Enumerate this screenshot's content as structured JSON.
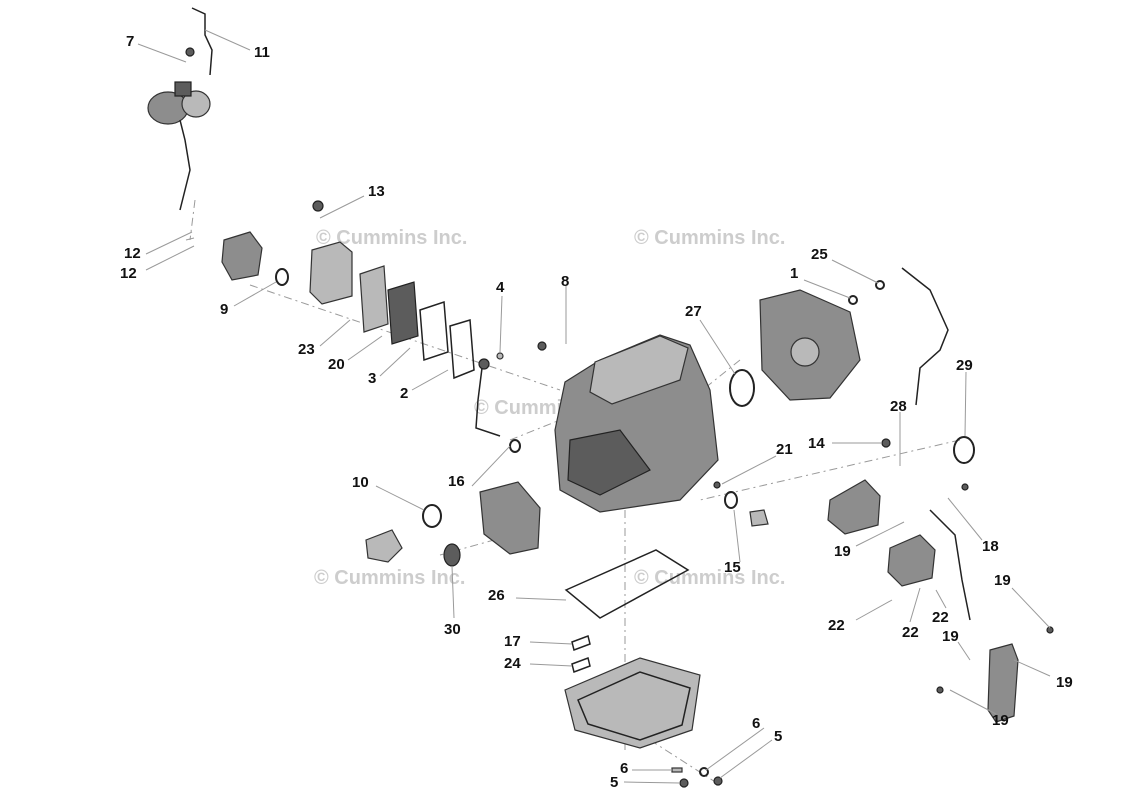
{
  "watermarks": [
    "© Cummins Inc.",
    "© Cummins Inc.",
    "© Cummins",
    "© Cummins Inc.",
    "© Cummins Inc."
  ],
  "callouts": [
    "7",
    "11",
    "13",
    "12",
    "12",
    "9",
    "23",
    "20",
    "3",
    "2",
    "4",
    "8",
    "27",
    "25",
    "1",
    "29",
    "28",
    "14",
    "21",
    "10",
    "16",
    "15",
    "19",
    "18",
    "26",
    "30",
    "17",
    "24",
    "22",
    "22",
    "22",
    "19",
    "19",
    "19",
    "19",
    "6",
    "5",
    "6",
    "5"
  ]
}
